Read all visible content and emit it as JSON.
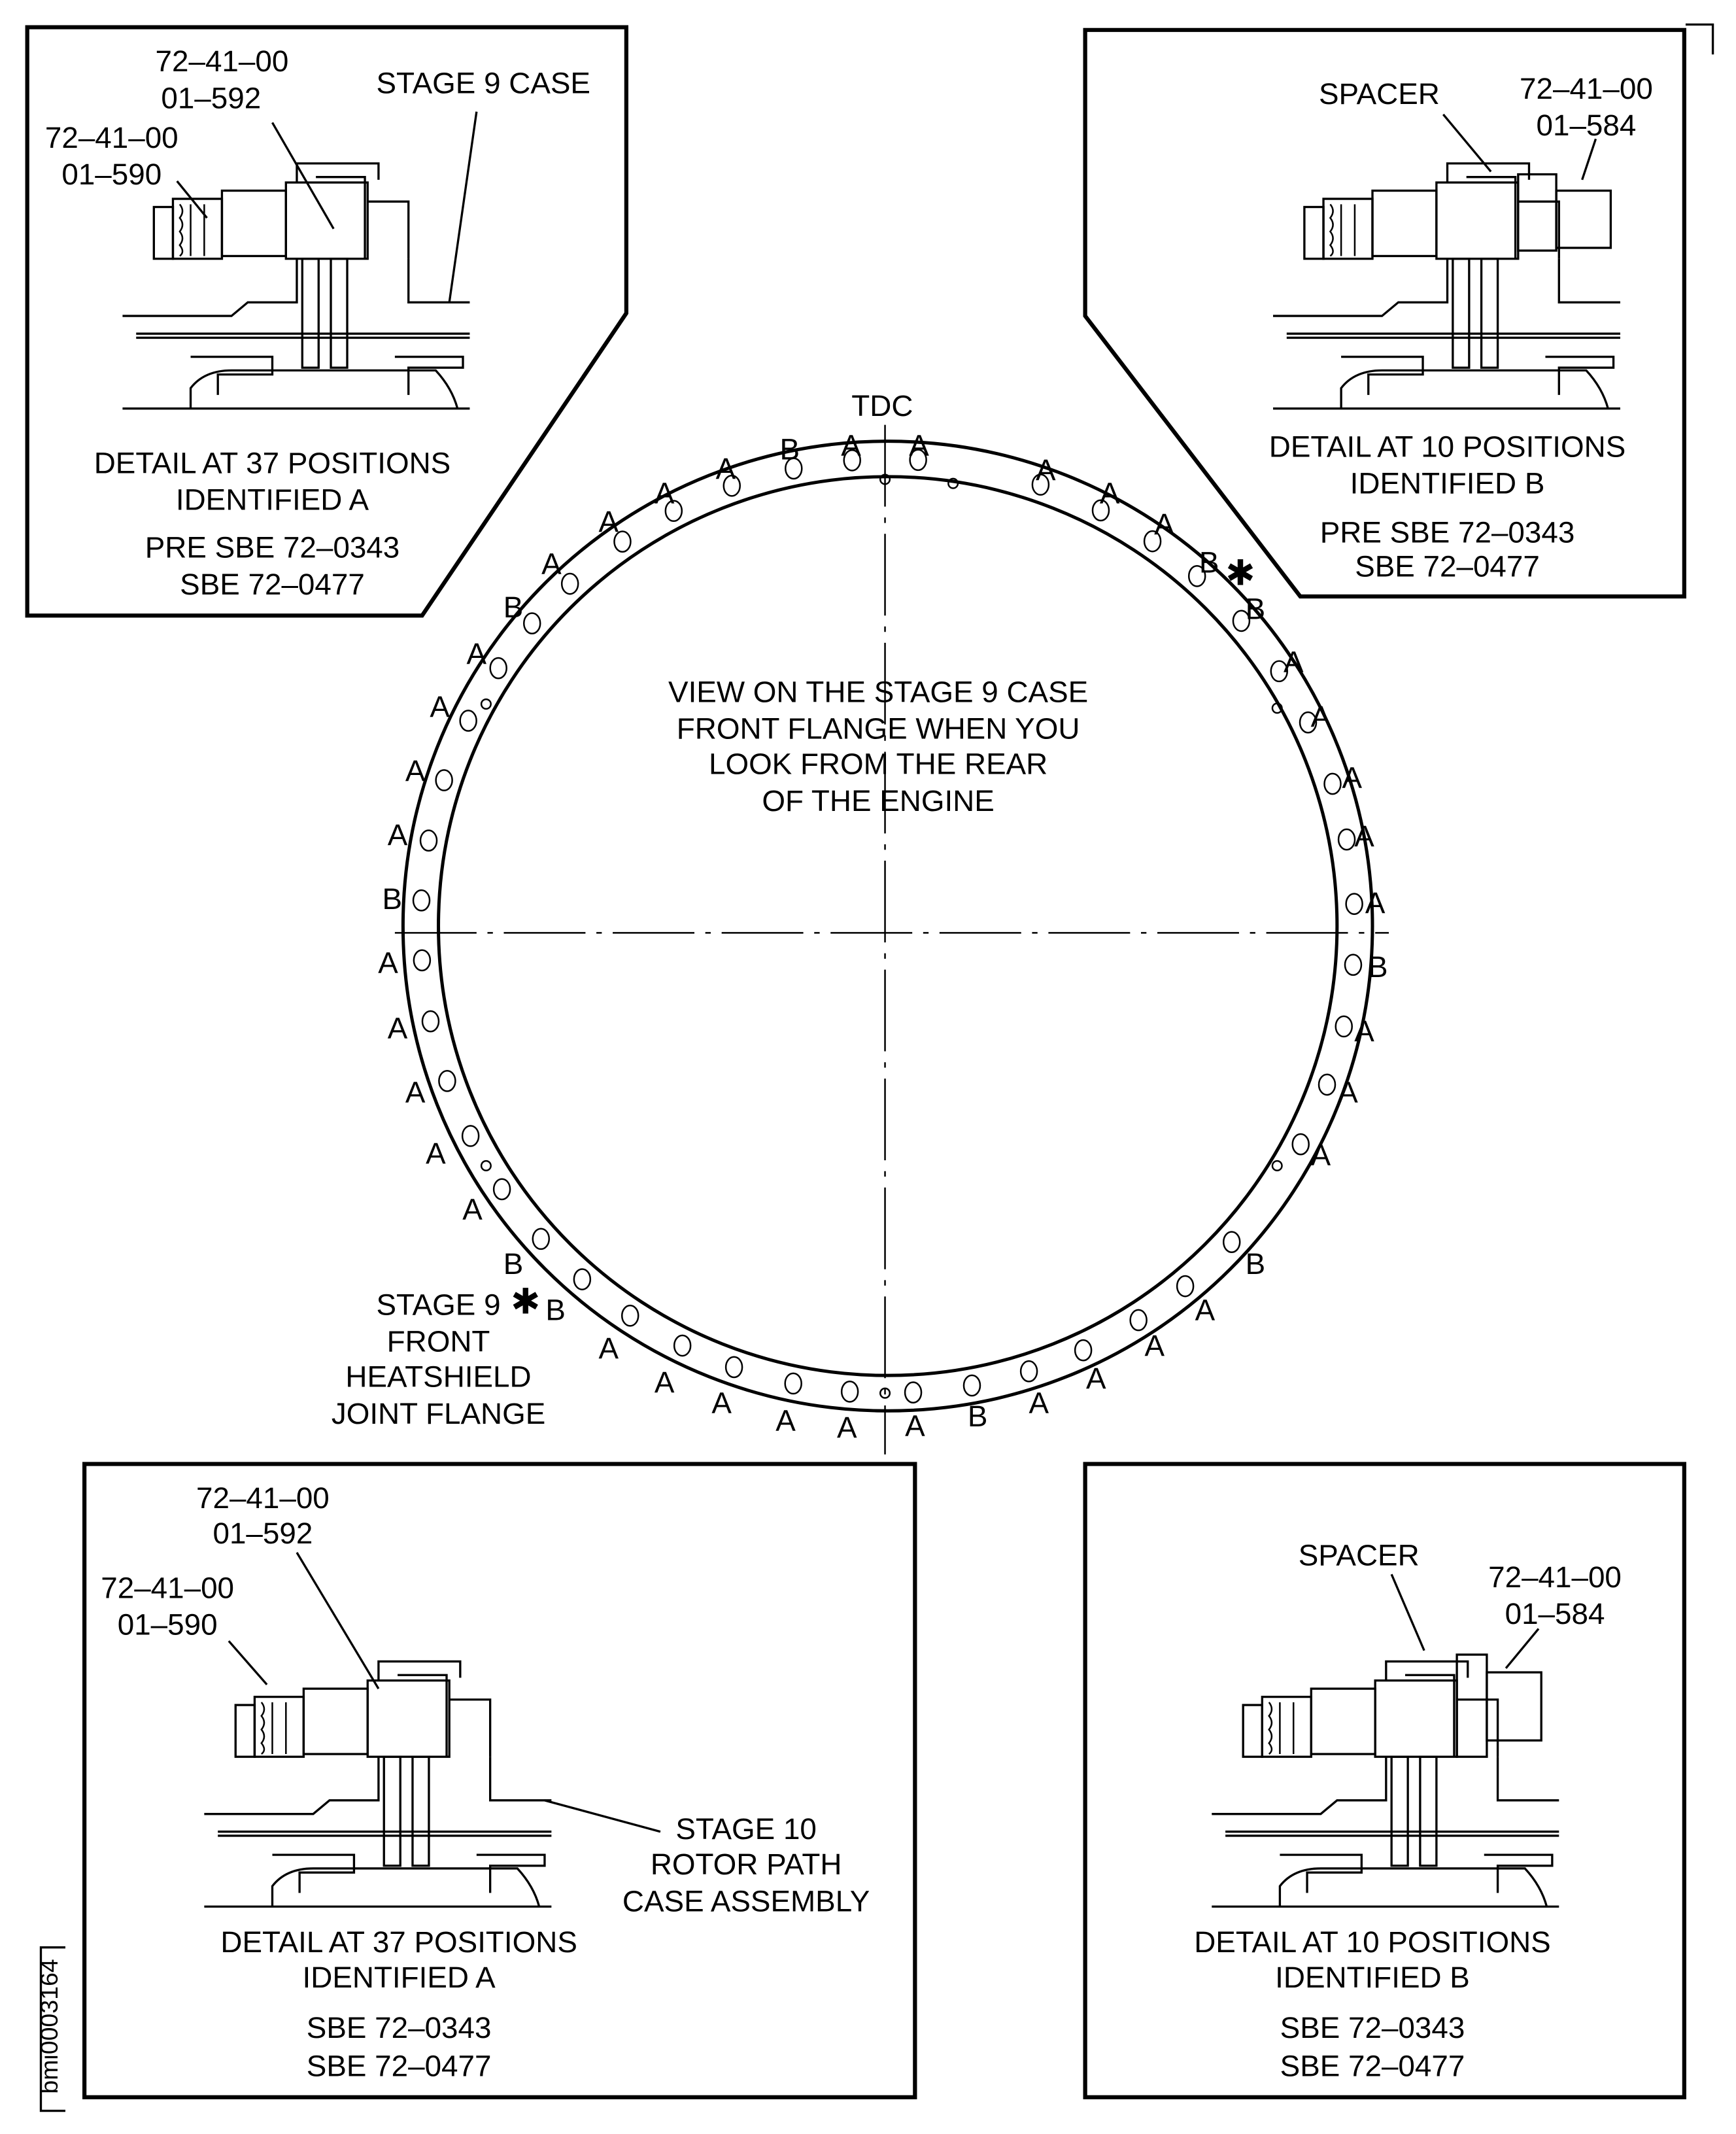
{
  "drawing_id": "bmi0003164",
  "detail_top_left": {
    "callout_1": [
      "72–41–00",
      "01–592"
    ],
    "callout_2": [
      "72–41–00",
      "01–590"
    ],
    "case_label": "STAGE 9 CASE",
    "caption": [
      "DETAIL AT 37 POSITIONS",
      "IDENTIFIED A"
    ],
    "applicability": [
      "PRE SBE 72–0343",
      "SBE 72–0477"
    ]
  },
  "detail_top_right": {
    "spacer_label": "SPACER",
    "callout": [
      "72–41–00",
      "01–584"
    ],
    "caption": [
      "DETAIL AT 10 POSITIONS",
      "IDENTIFIED B"
    ],
    "applicability": [
      "PRE SBE 72–0343",
      "SBE 72–0477"
    ]
  },
  "detail_bottom_left": {
    "callout_1": [
      "72–41–00",
      "01–592"
    ],
    "callout_2": [
      "72–41–00",
      "01–590"
    ],
    "case_label": [
      "STAGE 10",
      "ROTOR PATH",
      "CASE ASSEMBLY"
    ],
    "caption": [
      "DETAIL AT 37 POSITIONS",
      "IDENTIFIED A"
    ],
    "applicability": [
      "SBE 72–0343",
      "SBE 72–0477"
    ]
  },
  "detail_bottom_right": {
    "spacer_label": "SPACER",
    "callout": [
      "72–41–00",
      "01–584"
    ],
    "caption": [
      "DETAIL AT 10 POSITIONS",
      "IDENTIFIED B"
    ],
    "applicability": [
      "SBE 72–0343",
      "SBE 72–0477"
    ]
  },
  "flange_view": {
    "tdc_label": "TDC",
    "view_note": [
      "VIEW ON THE STAGE 9 CASE",
      "FRONT FLANGE WHEN YOU",
      "LOOK FROM THE REAR",
      "OF THE ENGINE"
    ],
    "heatshield_label": [
      "STAGE 9",
      "FRONT",
      "HEATSHIELD",
      "JOINT FLANGE"
    ],
    "star_symbol": "✱",
    "position_labels": [
      "A",
      "A",
      "A",
      "A",
      "B",
      "B",
      "A",
      "A",
      "A",
      "A",
      "A",
      "B",
      "A",
      "A",
      "A",
      "B",
      "A",
      "A",
      "A",
      "A",
      "B",
      "A",
      "A",
      "A",
      "A",
      "A",
      "A",
      "B",
      "B",
      "A",
      "A",
      "A",
      "A",
      "A",
      "B",
      "A",
      "A",
      "A",
      "A",
      "B",
      "A",
      "A",
      "A",
      "A",
      "B",
      "A"
    ]
  }
}
